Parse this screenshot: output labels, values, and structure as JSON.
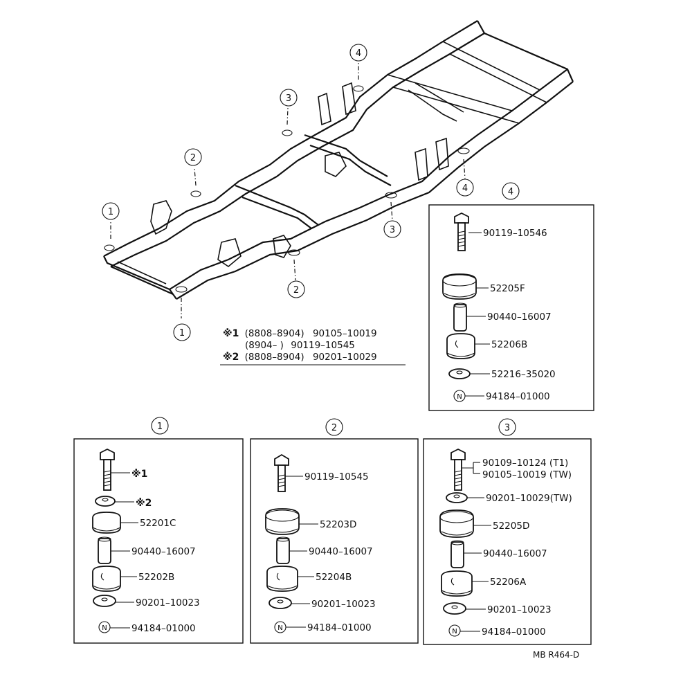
{
  "footer_code": "MB R464-D",
  "frame_callouts": [
    {
      "id": "1"
    },
    {
      "id": "1"
    },
    {
      "id": "2"
    },
    {
      "id": "2"
    },
    {
      "id": "3"
    },
    {
      "id": "3"
    },
    {
      "id": "4"
    },
    {
      "id": "4"
    }
  ],
  "notes": {
    "line1_mark": "※1",
    "line1_range": "(8808–8904)",
    "line1_part": "90105–10019",
    "line2_range": "(8904–        )",
    "line2_part": "90119–10545",
    "line3_mark": "※2",
    "line3_range": "(8808–8904)",
    "line3_part": "90201–10029"
  },
  "panels": {
    "p1": {
      "title": "1",
      "parts": [
        "※1",
        "※2",
        "52201C",
        "90440–16007",
        "52202B",
        "90201–10023",
        "94184–01000"
      ]
    },
    "p2": {
      "title": "2",
      "parts": [
        "90119–10545",
        "52203D",
        "90440–16007",
        "52204B",
        "90201–10023",
        "94184–01000"
      ]
    },
    "p3": {
      "title": "3",
      "parts": [
        "90109–10124 (T1)",
        "90105–10019 (TW)",
        "90201–10029(TW)",
        "52205D",
        "90440–16007",
        "52206A",
        "90201–10023",
        "94184–01000"
      ]
    },
    "p4": {
      "title": "4",
      "parts": [
        "90119–10546",
        "52205F",
        "90440–16007",
        "52206B",
        "52216–35020",
        "94184–01000"
      ]
    }
  },
  "nut_letter": "N"
}
